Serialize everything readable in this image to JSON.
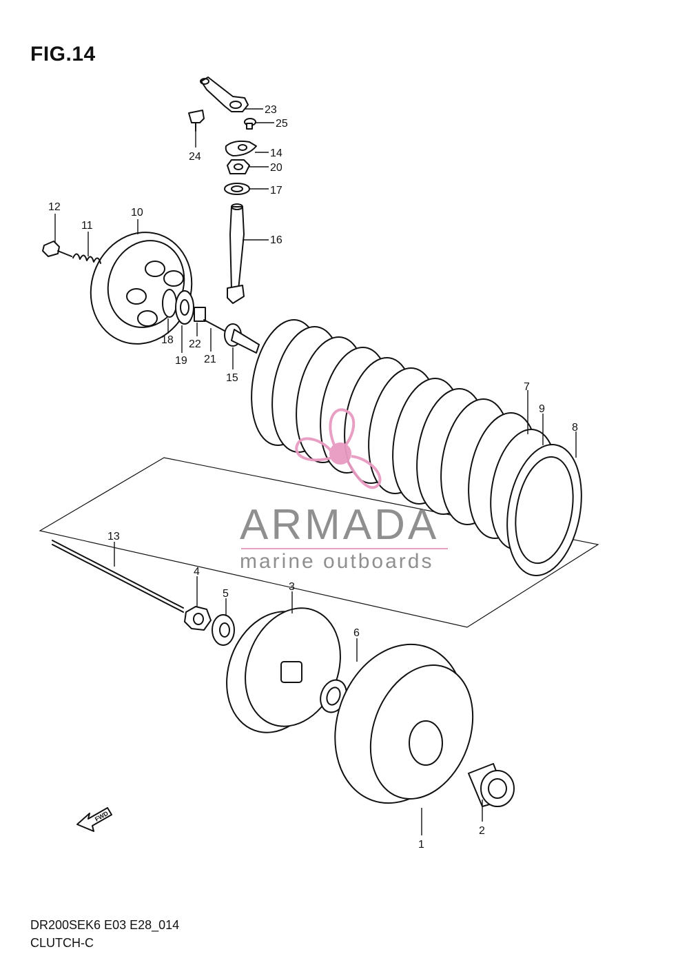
{
  "figure": {
    "title": "FIG.14",
    "code": "DR200SEK6 E03 E28_014",
    "name": "CLUTCH-C"
  },
  "direction_badge": "FWD",
  "watermark": {
    "brand": "ARMADA",
    "tagline": "marine outboards",
    "accent_color": "#e79ac0",
    "text_color": "#8a8a8a"
  },
  "callouts": {
    "c1": "1",
    "c2": "2",
    "c3": "3",
    "c4": "4",
    "c5": "5",
    "c6": "6",
    "c7": "7",
    "c8": "8",
    "c9": "9",
    "c10": "10",
    "c11": "11",
    "c12": "12",
    "c13": "13",
    "c14": "14",
    "c15": "15",
    "c16": "16",
    "c17": "17",
    "c18": "18",
    "c19": "19",
    "c20": "20",
    "c21": "21",
    "c22": "22",
    "c23": "23",
    "c24": "24",
    "c25": "25"
  }
}
